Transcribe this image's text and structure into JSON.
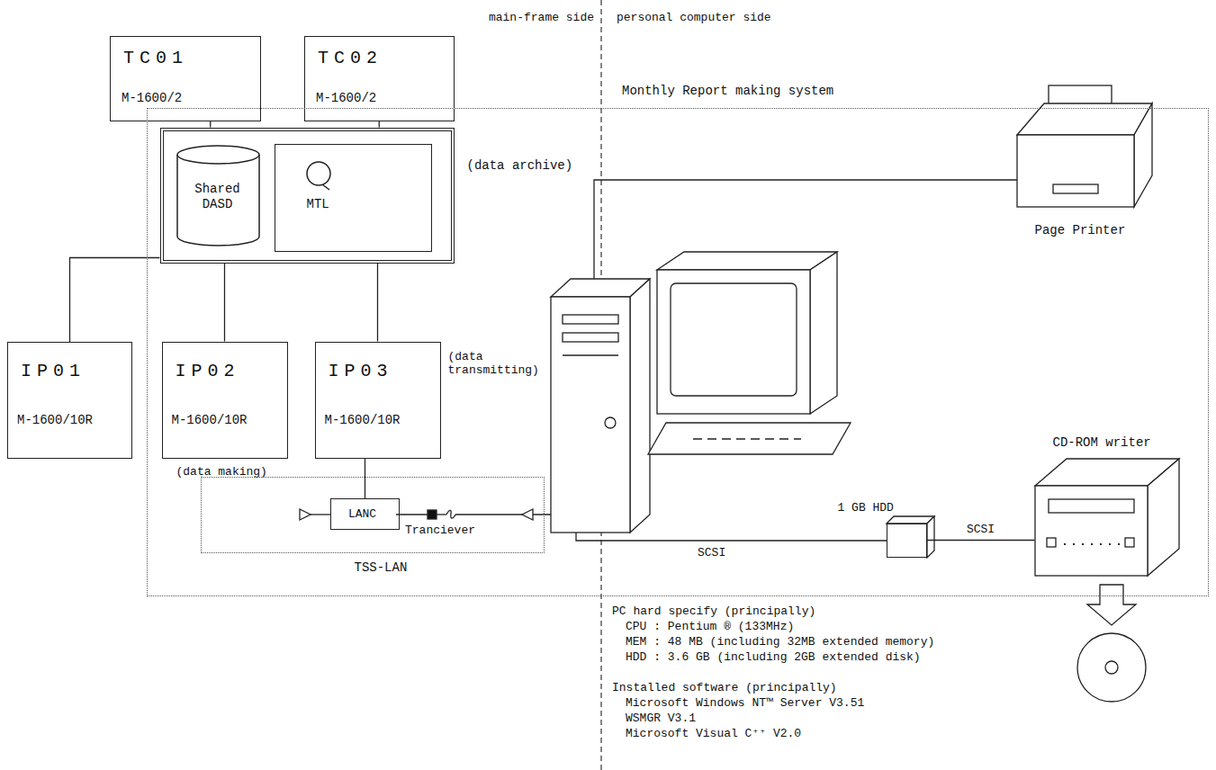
{
  "diagram": {
    "nodes": [
      {
        "text": [
          "TC01",
          "M-1600/2"
        ]
      },
      {
        "text": [
          "TC02",
          "M-1600/2"
        ]
      },
      {
        "text": [
          "Monthly Report making system"
        ]
      },
      {
        "text": [
          "(data archive)"
        ],
        "in": 2
      },
      {
        "text": [
          "Shared DASD"
        ],
        "in": 3
      },
      {
        "text": [
          "MTL"
        ],
        "in": 3
      },
      {
        "text": [
          "IP01",
          "M-1600/10R"
        ]
      },
      {
        "text": [
          "IP02",
          "M-1600/10R",
          "(data making)"
        ],
        "in": 2
      },
      {
        "text": [
          "IP03",
          "M-1600/10R",
          "(data transmitting)"
        ],
        "in": 2
      },
      {
        "text": [
          "TSS-LAN"
        ],
        "in": 2
      },
      {
        "text": [
          "LANC"
        ],
        "in": 9
      },
      {
        "text": [
          "Page Printer"
        ],
        "in": 2
      },
      {
        "text": [
          "1 GB HDD"
        ],
        "in": 2
      },
      {
        "text": [
          "CD-ROM writer"
        ],
        "in": 2
      }
    ],
    "edges": [
      {
        "from": 0,
        "to": 3,
        "arrow": "none"
      },
      {
        "from": 1,
        "to": 3,
        "arrow": "none"
      },
      {
        "from": 3,
        "to": 6,
        "arrow": "none"
      },
      {
        "from": 3,
        "to": 7,
        "arrow": "none"
      },
      {
        "from": 3,
        "to": 8,
        "arrow": "none"
      },
      {
        "from": 8,
        "to": 10,
        "arrow": "none"
      },
      {
        "from": 12,
        "to": 13,
        "label": "SCSI",
        "arrow": "none"
      }
    ],
    "labels": [
      "main-frame side",
      "personal computer side",
      "Tranciever",
      "SCSI",
      "PC hard specify (principally)",
      "CPU : Pentium ® (133MHz)",
      "MEM : 48 MB (including 32MB extended memory)",
      "HDD : 3.6 GB (including 2GB extended disk)",
      "Installed software (principally)",
      "Microsoft Windows NT™ Server V3.51",
      "WSMGR V3.1",
      "Microsoft Visual C⁺⁺ V2.0"
    ]
  }
}
